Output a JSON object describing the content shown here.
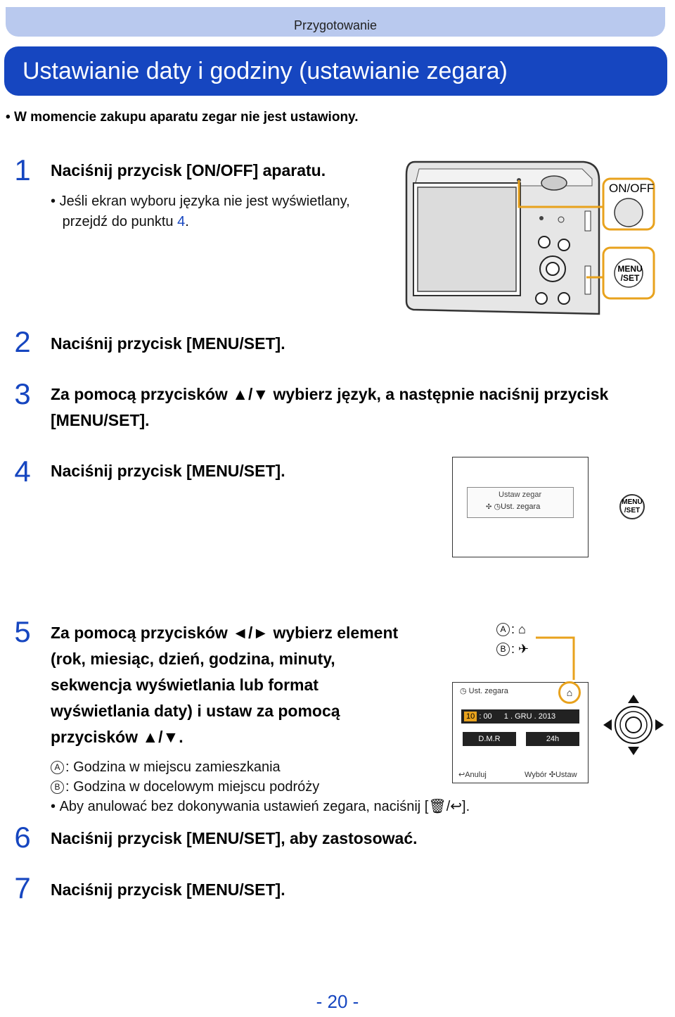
{
  "header": {
    "section": "Przygotowanie",
    "title": "Ustawianie daty i godziny (ustawianie zegara)"
  },
  "intro_note": "W momencie zakupu aparatu zegar nie jest ustawiony.",
  "steps": [
    {
      "num": "1",
      "text": "Naciśnij przycisk [ON/OFF] aparatu.",
      "sub_a": "Jeśli ekran wyboru języka nie jest wyświetlany,",
      "sub_b": "przejdź do punktu",
      "sub_link": "4",
      "sub_end": "."
    },
    {
      "num": "2",
      "text": "Naciśnij przycisk [MENU/SET]."
    },
    {
      "num": "3",
      "line1": "Za pomocą przycisków ▲/▼ wybierz język, a następnie naciśnij przycisk",
      "line2": "[MENU/SET]."
    },
    {
      "num": "4",
      "text": "Naciśnij przycisk [MENU/SET]."
    },
    {
      "num": "5",
      "line1": "Za pomocą przycisków ◄/► wybierz element",
      "line2": "(rok, miesiąc, dzień, godzina, minuty,",
      "line3": "sekwencja wyświetlania lub format",
      "line4": "wyświetlania daty) i ustaw za pomocą",
      "line5": "przycisków ▲/▼."
    },
    {
      "num": "6",
      "text": "Naciśnij przycisk [MENU/SET], aby zastosować."
    },
    {
      "num": "7",
      "text": "Naciśnij przycisk [MENU/SET]."
    }
  ],
  "legend": {
    "a_mark": "A",
    "a_text": ": Godzina w miejscu zamieszkania",
    "b_mark": "B",
    "b_text": ": Godzina w docelowym miejscu podróży",
    "cancel_note_start": "Aby anulować bez dokonywania ustawień zegara, naciśnij [",
    "cancel_note_end": "]."
  },
  "camera_labels": {
    "onoff": "ON/OFF",
    "menu_top": "MENU",
    "menu_bottom": "/SET"
  },
  "screen4": {
    "line1": "Ustaw zegar",
    "line2": "Ust. zegara"
  },
  "screen5": {
    "title": "Ust. zegara",
    "hour": "10",
    "colon": ":",
    "minute": "00",
    "day": "1",
    "sep": ".",
    "month": "GRU",
    "year": "2013",
    "order": "D.M.R",
    "format": "24h",
    "cancel": "Anuluj",
    "select": "Wybór",
    "set": "Ustaw"
  },
  "page_number": "- 20 -",
  "colors": {
    "accent": "#1646c0",
    "section_bar": "#b9c9ee",
    "highlight": "#e8a21d"
  }
}
